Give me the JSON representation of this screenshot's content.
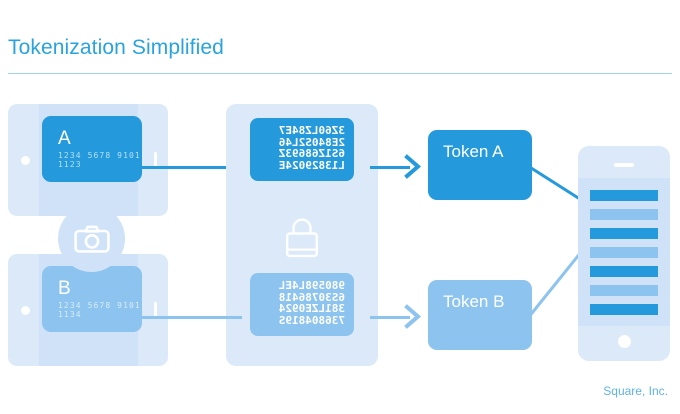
{
  "header": {
    "title": "Tokenization Simplified"
  },
  "footer": {
    "attribution": "Square, Inc."
  },
  "colors": {
    "accent_dark_blue": "#2499dc",
    "accent_light_blue": "#8cc3ef",
    "panel_background": "#dbe9f8",
    "screen_background": "#cfe2f7",
    "title_blue": "#29a3e0",
    "rule_blue": "#9ed3f0",
    "footer_blue": "#5fb3e4",
    "white": "#ffffff",
    "card_number_dark": "#b7e0f6",
    "card_number_light": "#d8ecfb"
  },
  "flows": [
    {
      "id": "flow-a",
      "tone": "dark",
      "card": {
        "letter": "A",
        "number": "1234 5678 9101 1123"
      },
      "encrypted": {
        "lines": [
          "3Z60LZ84E7",
          "2E840S2L46",
          "6S1Z68693Z",
          "L13829024E"
        ]
      },
      "token": {
        "label": "Token A"
      }
    },
    {
      "id": "flow-b",
      "tone": "light",
      "card": {
        "letter": "B",
        "number": "1234 5678 9101 1134"
      },
      "encrypted": {
        "lines": [
          "980598L4EL",
          "6S30786418",
          "381LZE0924",
          "736804819S"
        ]
      },
      "token": {
        "label": "Token B"
      }
    }
  ],
  "icons": {
    "camera": "camera-icon",
    "lock": "lock-icon"
  },
  "destination": {
    "rows": [
      "dark",
      "light",
      "dark",
      "light",
      "dark",
      "light",
      "dark"
    ]
  }
}
